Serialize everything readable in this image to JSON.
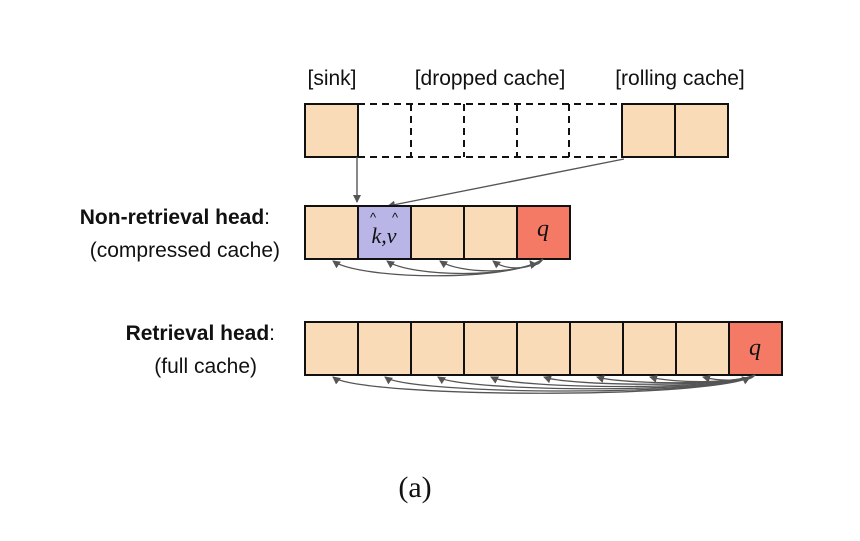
{
  "colors": {
    "cell": "#f9dbb7",
    "query": "#f57a66",
    "merged": "#b9b5e6",
    "stroke": "#111111",
    "arrow": "#555555"
  },
  "top_row": {
    "sink_label": "[sink]",
    "dropped_label": "[dropped cache]",
    "rolling_label": "[rolling cache]"
  },
  "non_retrieval": {
    "title": "Non-retrieval head",
    "colon": ":",
    "subtitle": "(compressed cache)",
    "merged_label": "k,v",
    "query_label": "q"
  },
  "retrieval": {
    "title": "Retrieval head",
    "colon": ":",
    "subtitle": "(full cache)",
    "query_label": "q"
  },
  "caption": "(a)"
}
